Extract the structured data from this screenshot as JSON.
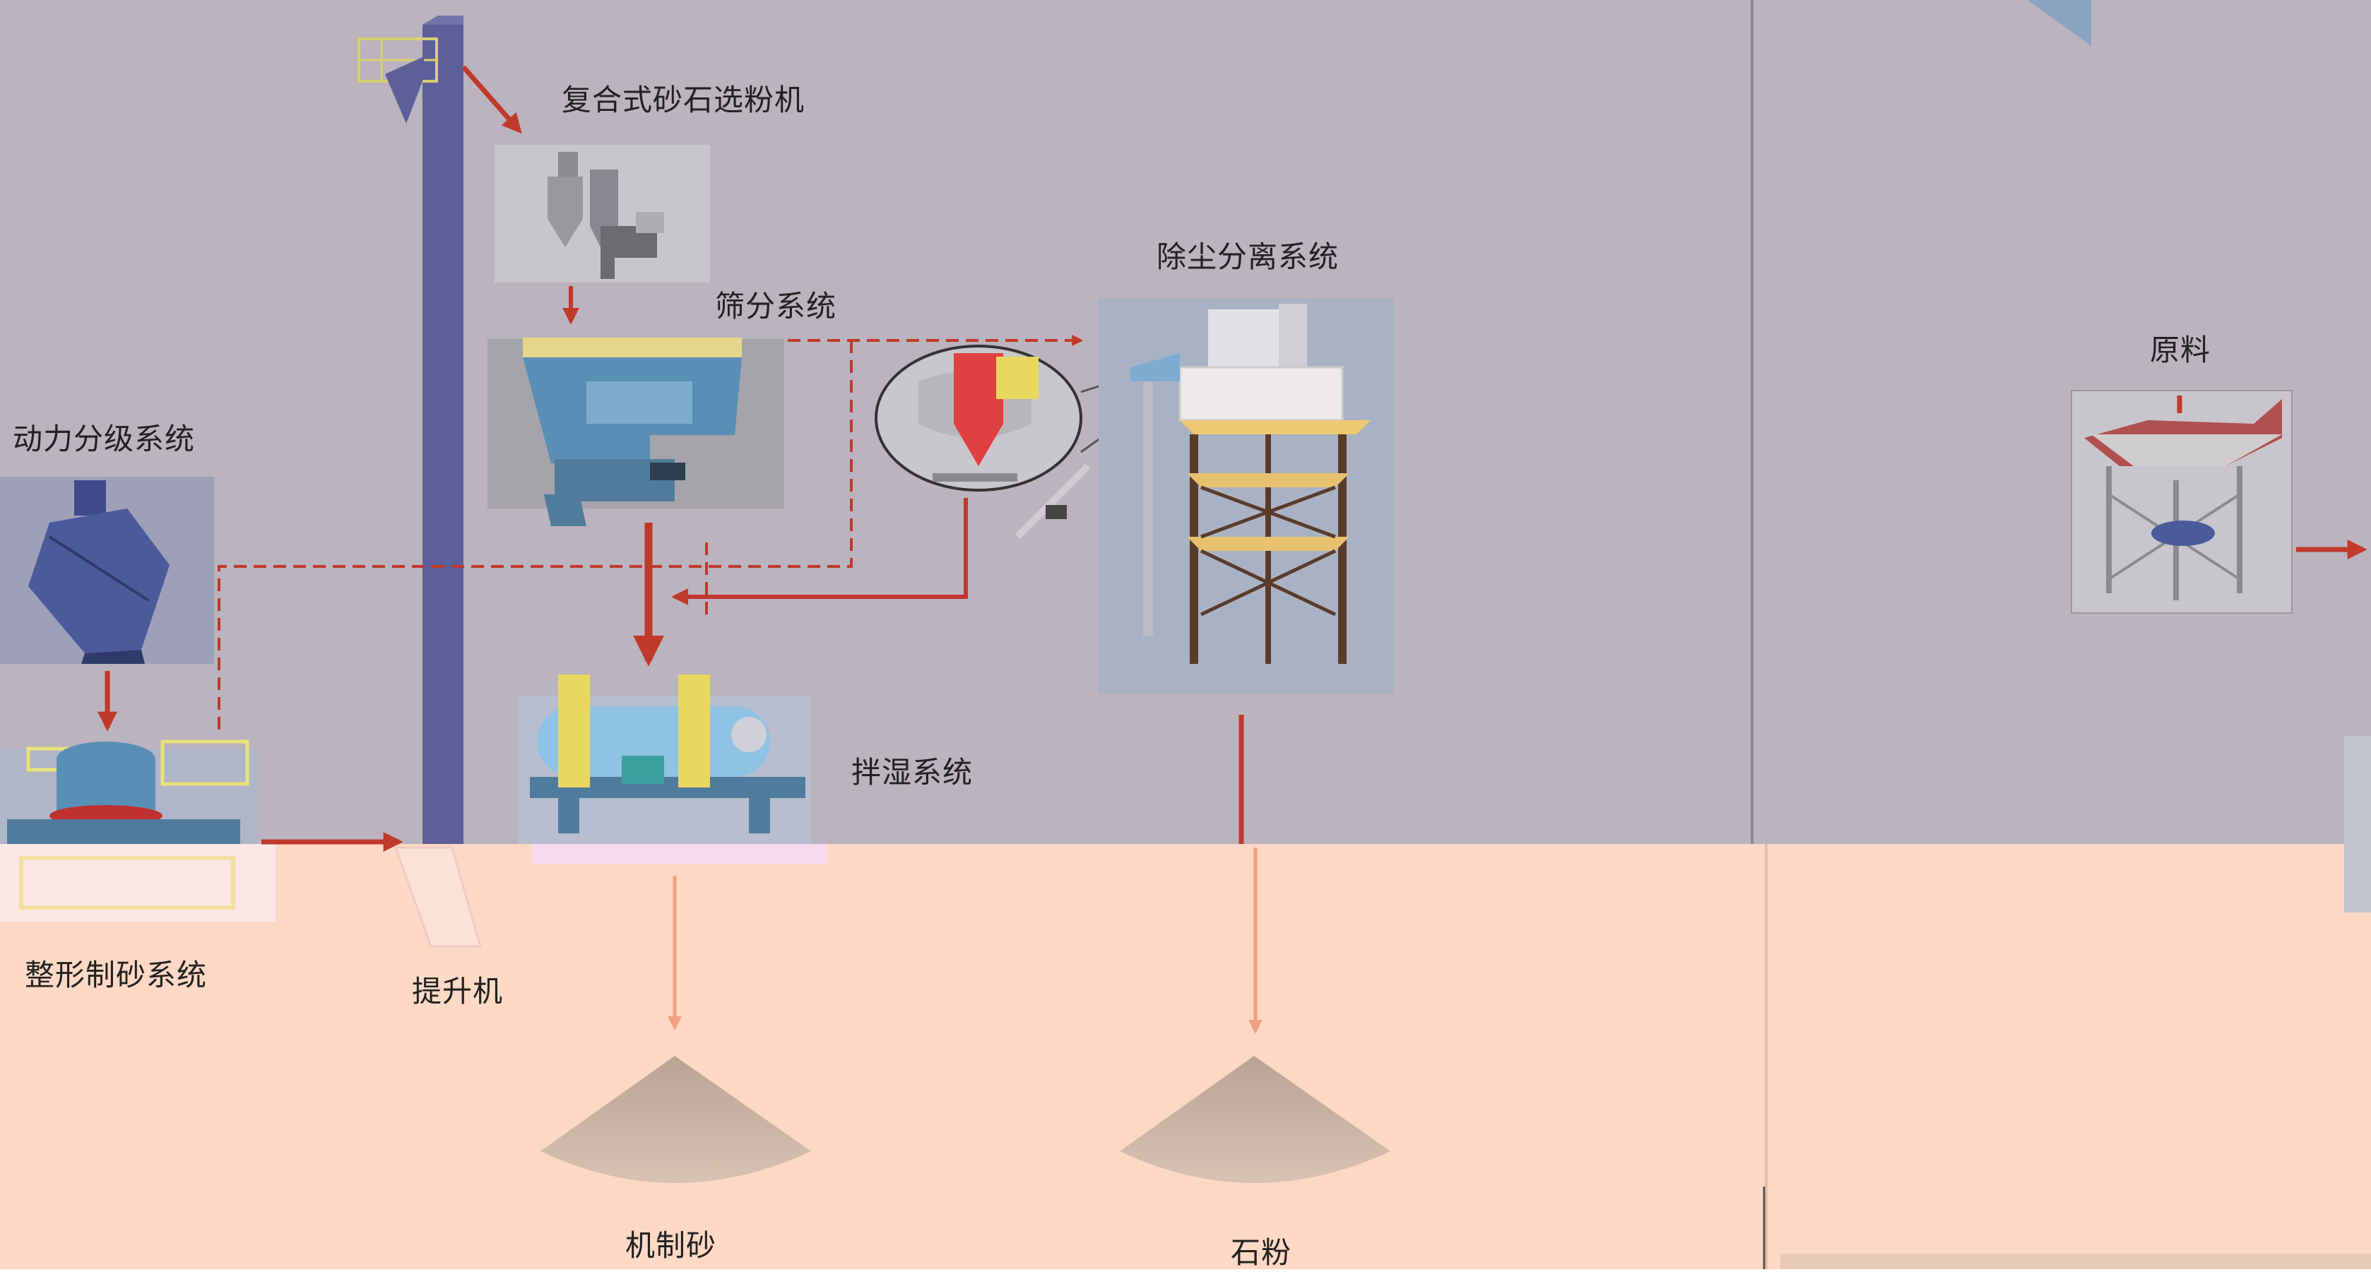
{
  "labels": {
    "separator": "复合式砂石选粉机",
    "screening": "筛分系统",
    "dust": "除尘分离系统",
    "classifier": "动力分级系统",
    "raw": "原料",
    "wetting": "拌湿系统",
    "shaping": "整形制砂系统",
    "elevator": "提升机",
    "sand": "机制砂",
    "powder": "石粉"
  },
  "colors": {
    "upper_bg": "#bbb3bd",
    "lower_bg": "#fdd8c4",
    "flow_arrow": "#c0392b",
    "output_arrow": "#f0a080",
    "elevator": "#5c5f99",
    "machine_steel": "#5a8fb5",
    "machine_yellow": "#e8d880",
    "pile": "#c8b2a2"
  },
  "icons": [
    "separator-machine-icon",
    "screen-machine-icon",
    "dust-collector-tower-icon",
    "classifier-machine-icon",
    "raw-material-hopper-icon",
    "wetting-mixer-icon",
    "sand-maker-icon",
    "bucket-elevator-icon",
    "sand-pile-icon",
    "powder-pile-icon"
  ]
}
